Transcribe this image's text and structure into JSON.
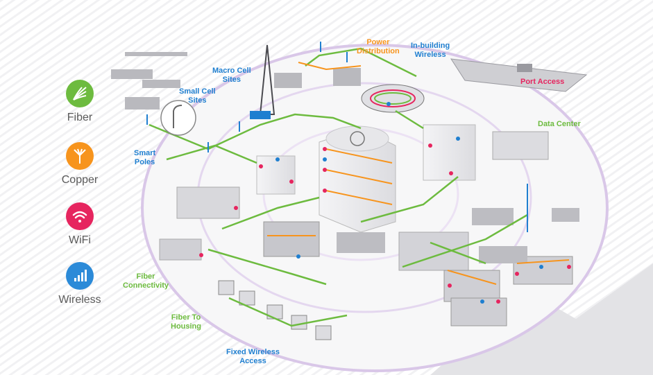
{
  "legend": [
    {
      "label": "Fiber",
      "icon": "fiber-icon",
      "color": "#6dbb3f"
    },
    {
      "label": "Copper",
      "icon": "copper-icon",
      "color": "#f7941d"
    },
    {
      "label": "WiFi",
      "icon": "wifi-icon",
      "color": "#e6255f"
    },
    {
      "label": "Wireless",
      "icon": "wireless-icon",
      "color": "#2b8ad8"
    }
  ],
  "labels": {
    "macro_cell_sites": [
      "Macro Cell",
      "Sites"
    ],
    "small_cell_sites": [
      "Small Cell",
      "Sites"
    ],
    "smart_poles": [
      "Smart",
      "Poles"
    ],
    "power_distribution": [
      "Power",
      "Distribution"
    ],
    "in_building_wireless": [
      "In-building",
      "Wireless"
    ],
    "port_access": [
      "Port Access"
    ],
    "data_center": [
      "Data Center"
    ],
    "fiber_connectivity": [
      "Fiber",
      "Connectivity"
    ],
    "fiber_to_housing": [
      "Fiber To",
      "Housing"
    ],
    "fixed_wireless_access": [
      "Fixed Wireless",
      "Access"
    ]
  },
  "colors": {
    "fiber": "#6dbb3f",
    "copper": "#f7941d",
    "wifi": "#e6255f",
    "wireless": "#1f7fd0",
    "ring": "#d9c7e8"
  }
}
